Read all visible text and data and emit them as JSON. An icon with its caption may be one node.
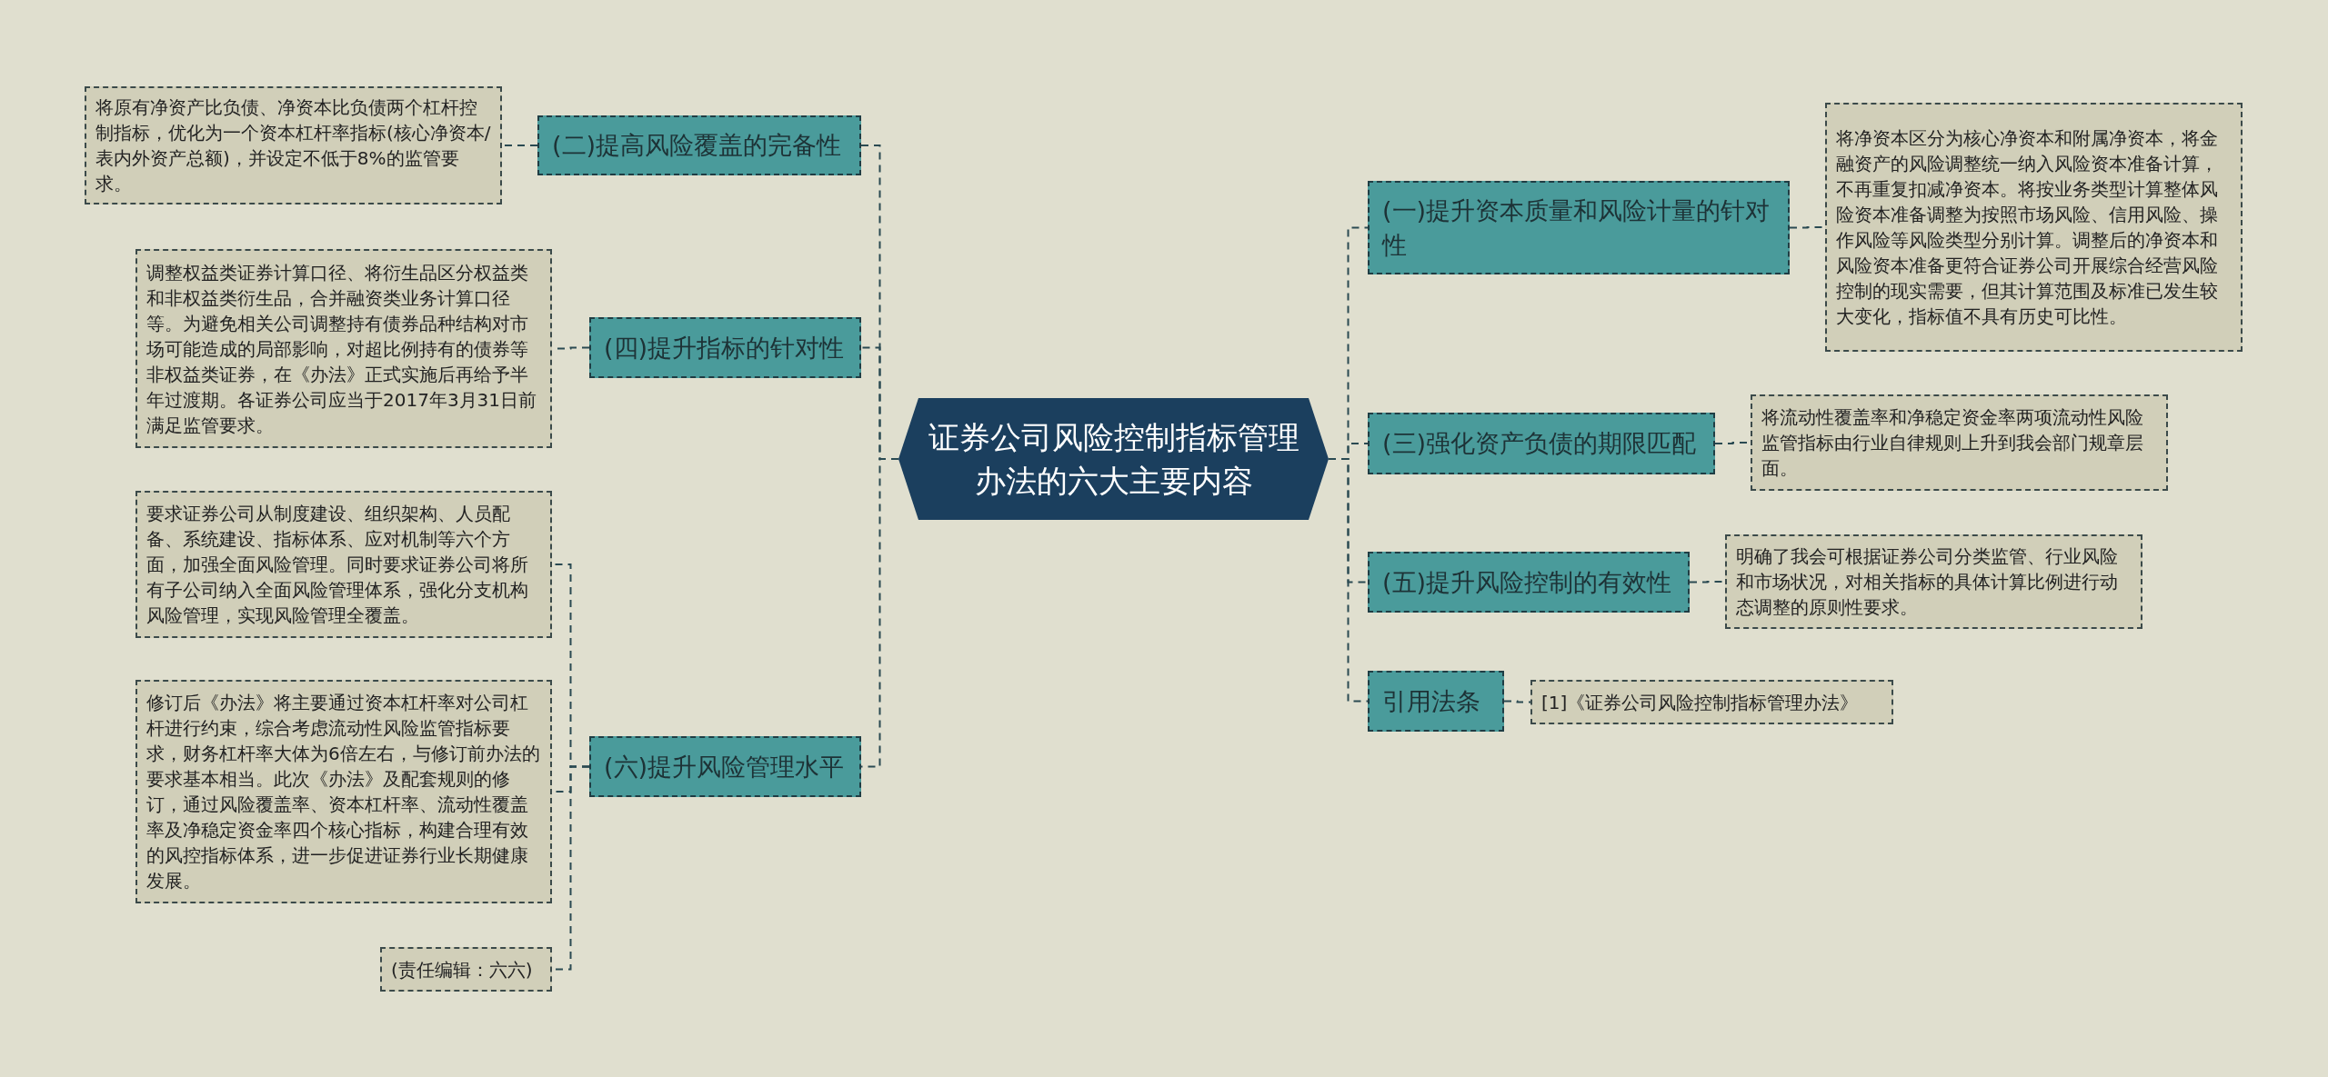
{
  "diagram": {
    "nodes": [
      {
        "text": [
          "证券公司风险控制指标管理办法的六大主要内容"
        ]
      },
      {
        "text": [
          "(二)提高风险覆盖的完备性"
        ]
      },
      {
        "text": [
          "将原有净资产比负债、净资本比负债两个杠杆控制指标，优化为一个资本杠杆率指标(核心净资本/表内外资产总额)，并设定不低于8%的监管要求。"
        ]
      },
      {
        "text": [
          "(四)提升指标的针对性"
        ]
      },
      {
        "text": [
          "调整权益类证券计算口径、将衍生品区分权益类和非权益类衍生品，合并融资类业务计算口径等。为避免相关公司调整持有债券品种结构对市场可能造成的局部影响，对超比例持有的债券等非权益类证券，在《办法》正式实施后再给予半年过渡期。各证券公司应当于2017年3月31日前满足监管要求。"
        ]
      },
      {
        "text": [
          "(六)提升风险管理水平"
        ]
      },
      {
        "text": [
          "要求证券公司从制度建设、组织架构、人员配备、系统建设、指标体系、应对机制等六个方面，加强全面风险管理。同时要求证券公司将所有子公司纳入全面风险管理体系，强化分支机构风险管理，实现风险管理全覆盖。"
        ]
      },
      {
        "text": [
          "修订后《办法》将主要通过资本杠杆率对公司杠杆进行约束，综合考虑流动性风险监管指标要求，财务杠杆率大体为6倍左右，与修订前办法的要求基本相当。此次《办法》及配套规则的修订，通过风险覆盖率、资本杠杆率、流动性覆盖率及净稳定资金率四个核心指标，构建合理有效的风控指标体系，进一步促进证券行业长期健康发展。"
        ]
      },
      {
        "text": [
          "(责任编辑：六六)"
        ]
      },
      {
        "text": [
          "(一)提升资本质量和风险计量的针对性"
        ]
      },
      {
        "text": [
          "将净资本区分为核心净资本和附属净资本，将金融资产的风险调整统一纳入风险资本准备计算，不再重复扣减净资本。将按业务类型计算整体风险资本准备调整为按照市场风险、信用风险、操作风险等风险类型分别计算。调整后的净资本和风险资本准备更符合证券公司开展综合经营风险控制的现实需要，但其计算范围及标准已发生较大变化，指标值不具有历史可比性。"
        ]
      },
      {
        "text": [
          "(三)强化资产负债的期限匹配"
        ]
      },
      {
        "text": [
          "将流动性覆盖率和净稳定资金率两项流动性风险监管指标由行业自律规则上升到我会部门规章层面。"
        ]
      },
      {
        "text": [
          "(五)提升风险控制的有效性"
        ]
      },
      {
        "text": [
          "明确了我会可根据证券公司分类监管、行业风险和市场状况，对相关指标的具体计算比例进行动态调整的原则性要求。"
        ]
      },
      {
        "text": [
          "引用法条"
        ]
      },
      {
        "text": [
          "[1]《证券公司风险控制指标管理办法》"
        ]
      }
    ],
    "edges": [
      {
        "from": 0,
        "to": 1,
        "arrow": "none"
      },
      {
        "from": 0,
        "to": 3,
        "arrow": "none"
      },
      {
        "from": 0,
        "to": 5,
        "arrow": "none"
      },
      {
        "from": 0,
        "to": 9,
        "arrow": "none"
      },
      {
        "from": 0,
        "to": 11,
        "arrow": "none"
      },
      {
        "from": 0,
        "to": 13,
        "arrow": "none"
      },
      {
        "from": 0,
        "to": 15,
        "arrow": "none"
      },
      {
        "from": 1,
        "to": 2,
        "arrow": "none"
      },
      {
        "from": 3,
        "to": 4,
        "arrow": "none"
      },
      {
        "from": 5,
        "to": 6,
        "arrow": "none"
      },
      {
        "from": 5,
        "to": 7,
        "arrow": "none"
      },
      {
        "from": 5,
        "to": 8,
        "arrow": "none"
      },
      {
        "from": 9,
        "to": 10,
        "arrow": "none"
      },
      {
        "from": 11,
        "to": 12,
        "arrow": "none"
      },
      {
        "from": 13,
        "to": 14,
        "arrow": "none"
      },
      {
        "from": 15,
        "to": 16,
        "arrow": "none"
      }
    ]
  }
}
